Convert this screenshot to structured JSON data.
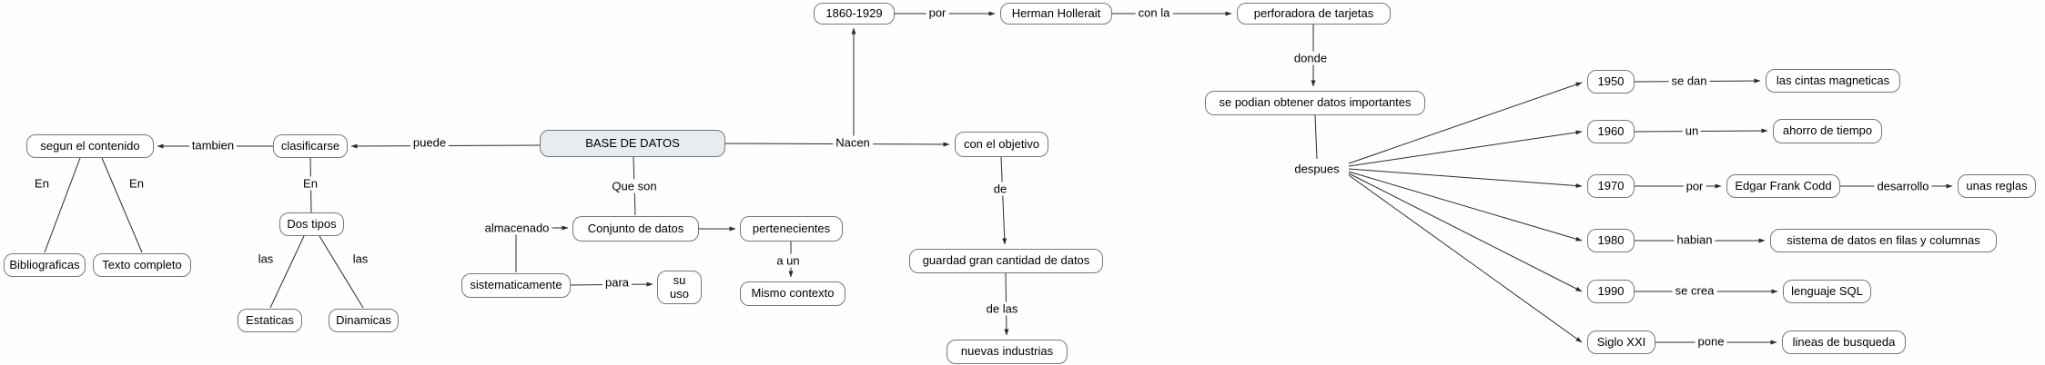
{
  "nodes": {
    "segun_contenido": "segun el contenido",
    "clasificarse": "clasificarse",
    "base": "BASE DE DATOS",
    "con_objetivo": "con el objetivo",
    "bibliograficas": "Bibliograficas",
    "texto_completo": "Texto completo",
    "dos_tipos": "Dos tipos",
    "estaticas": "Estaticas",
    "dinamicas": "Dinamicas",
    "conjunto_datos": "Conjunto de datos",
    "sistematicamente": "sistematicamente",
    "su_uso": "su\nuso",
    "pertenecientes": "pertenecientes",
    "mismo_contexto": "Mismo contexto",
    "guardad": "guardad gran cantidad de datos",
    "nuevas_industrias": "nuevas industrias",
    "periodo_1860": "1860-1929",
    "herman": "Herman Hollerait",
    "perforadora": "perforadora de tarjetas",
    "se_podian": "se podian obtener datos importantes",
    "y1950": "1950",
    "y1960": "1960",
    "y1970": "1970",
    "y1980": "1980",
    "y1990": "1990",
    "siglo_xxi": "Siglo XXI",
    "cintas": "las cintas magneticas",
    "ahorro": "ahorro de tiempo",
    "edgar": "Edgar Frank Codd",
    "unas_reglas": "unas reglas",
    "sistema_filas": "sistema de datos en filas y columnas",
    "lenguaje_sql": "lenguaje SQL",
    "lineas_busqueda": "lineas de busqueda"
  },
  "labels": {
    "tambien": "tambien",
    "puede": "puede",
    "nacen": "Nacen",
    "en": "En",
    "las": "las",
    "que_son": "Que son",
    "almacenado": "almacenado",
    "para": "para",
    "a_un": "a un",
    "de": "de",
    "de_las": "de las",
    "por": "por",
    "con_la": "con la",
    "donde": "donde",
    "despues": "despues",
    "se_dan": "se dan",
    "un": "un",
    "desarrollo": "desarrollo",
    "habian": "habian",
    "se_crea": "se crea",
    "pone": "pone"
  },
  "colors": {
    "canvas_bg": "#fefefe",
    "node_bg": "#ffffff",
    "root_node_bg": "#e6edef",
    "node_border": "#6e7b80",
    "line": "#2b2b2b",
    "text": "#000000"
  }
}
